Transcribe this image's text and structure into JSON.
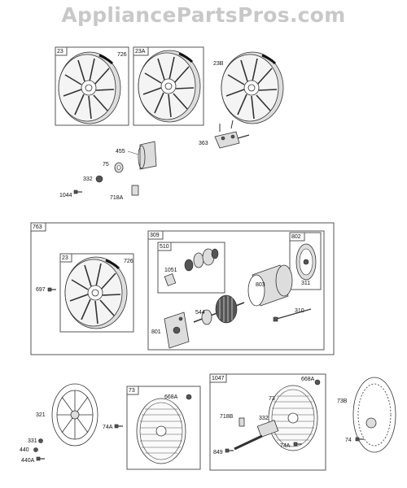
{
  "watermark": "AppliancePartsPros.com",
  "boxes": {
    "b23": "23",
    "b23A": "23A",
    "b763": "763",
    "b763_23": "23",
    "b309": "309",
    "b510": "510",
    "b802": "802",
    "b73": "73",
    "b1047": "1047"
  },
  "labels": {
    "l726a": "726",
    "l23B": "23B",
    "l455": "455",
    "l75": "75",
    "l332a": "332",
    "l1044": "1044",
    "l718A": "718A",
    "l363": "363",
    "l726b": "726",
    "l697": "697",
    "l1051": "1051",
    "l803": "803",
    "l311": "311",
    "l544": "544",
    "l310": "310",
    "l801": "801",
    "l321": "321",
    "l74A_a": "74A",
    "l668A_a": "668A",
    "l331": "331",
    "l440": "440",
    "l440A": "440A",
    "l668A_b": "668A",
    "l718B": "718B",
    "l332b": "332",
    "l73": "73",
    "l849": "849",
    "l74A_b": "74A",
    "l73B": "73B",
    "l74": "74"
  }
}
